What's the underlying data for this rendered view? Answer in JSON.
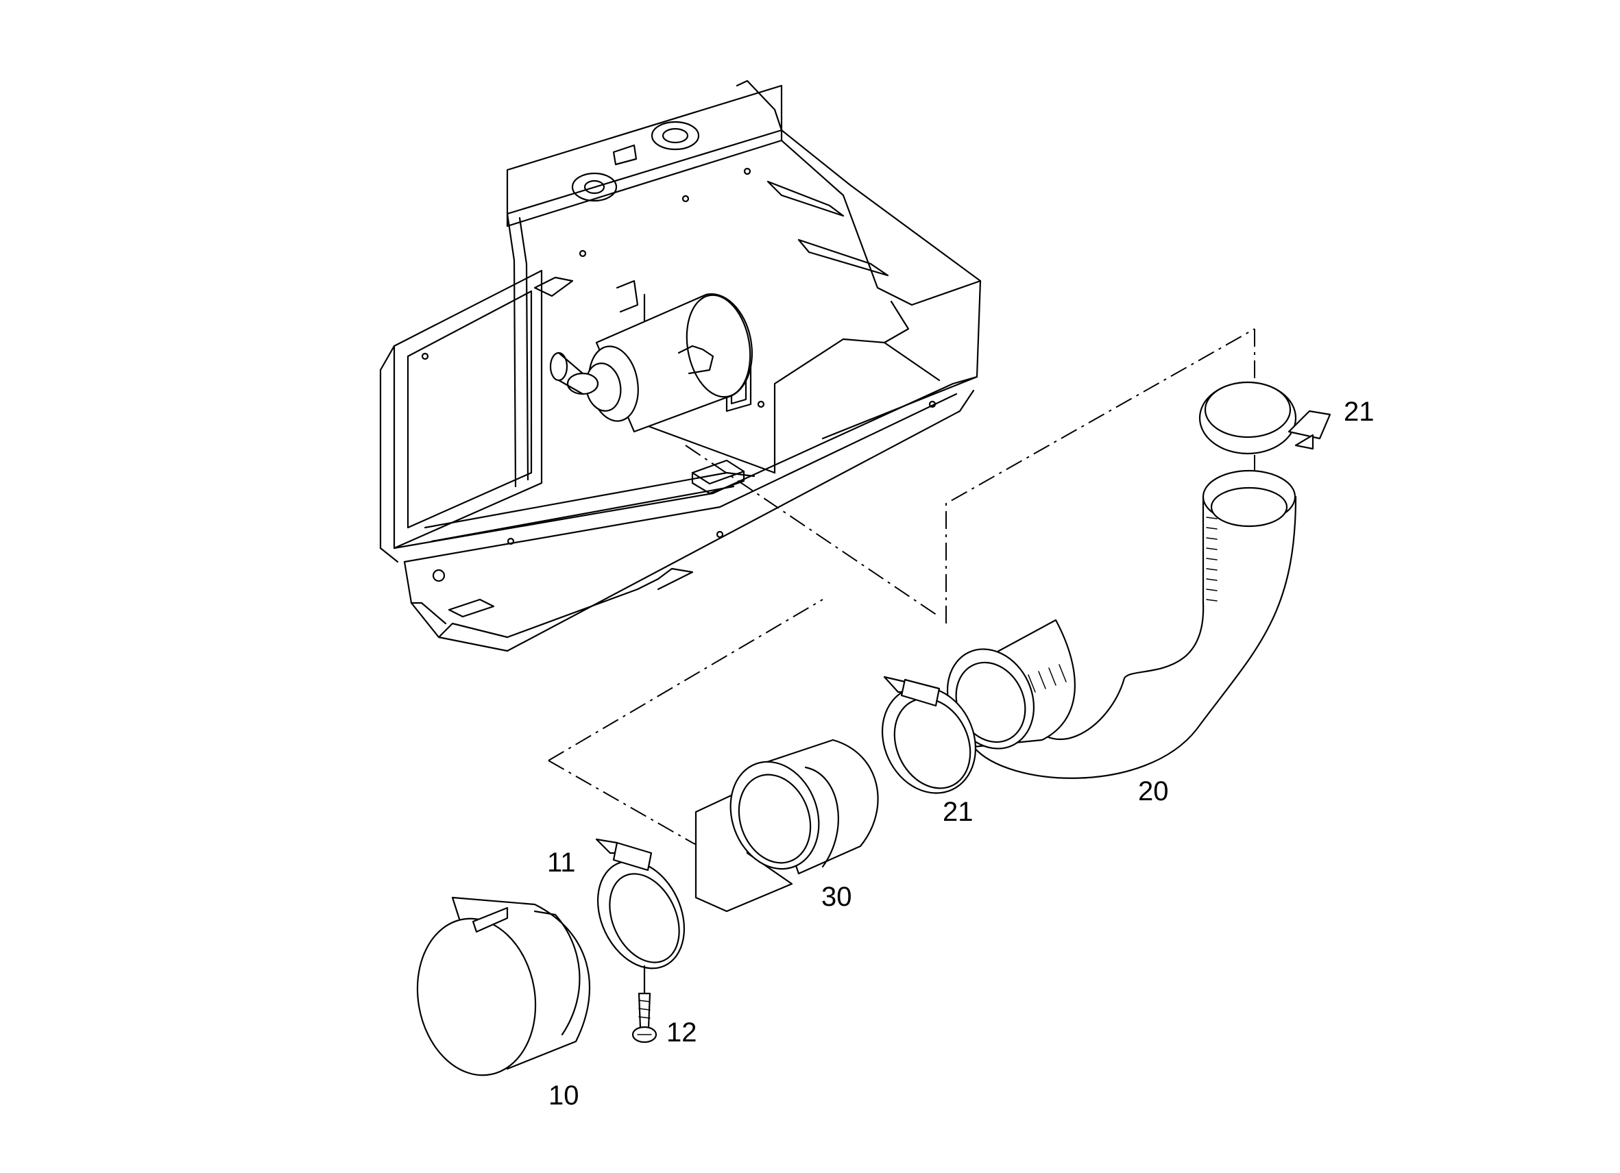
{
  "callouts": {
    "part_10": "10",
    "part_11": "11",
    "part_12": "12",
    "part_20": "20",
    "part_21_top": "21",
    "part_21_mid": "21",
    "part_30": "30"
  },
  "colors": {
    "line": "#000000",
    "background": "#ffffff"
  }
}
